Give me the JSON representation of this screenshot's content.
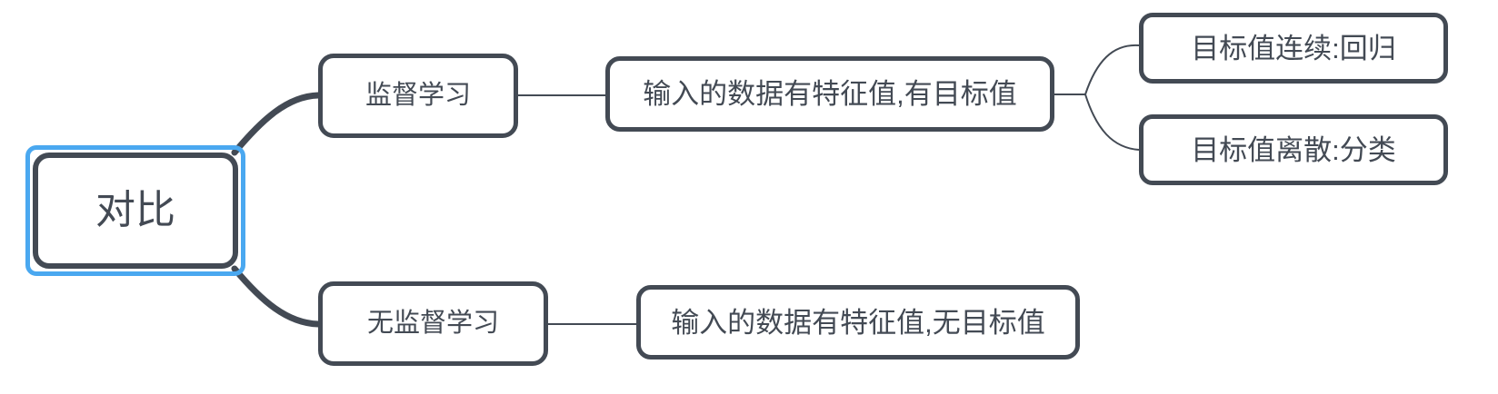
{
  "diagram": {
    "type": "mindmap",
    "colors": {
      "node_border": "#434a54",
      "node_text": "#434a54",
      "node_fill": "#ffffff",
      "selection_ring": "#4aa8f0",
      "canvas_background": "#ffffff",
      "thick_connector": "#434a54",
      "thin_connector": "#434a54"
    },
    "root": {
      "label": "对比",
      "selected": true
    },
    "branches": [
      {
        "id": "supervised",
        "label": "监督学习",
        "detail": {
          "id": "supervised-detail",
          "label": "输入的数据有特征值,有目标值",
          "children": [
            {
              "id": "regression",
              "label": "目标值连续:回归"
            },
            {
              "id": "classification",
              "label": "目标值离散:分类"
            }
          ]
        }
      },
      {
        "id": "unsupervised",
        "label": "无监督学习",
        "detail": {
          "id": "unsupervised-detail",
          "label": "输入的数据有特征值,无目标值",
          "children": []
        }
      }
    ]
  }
}
